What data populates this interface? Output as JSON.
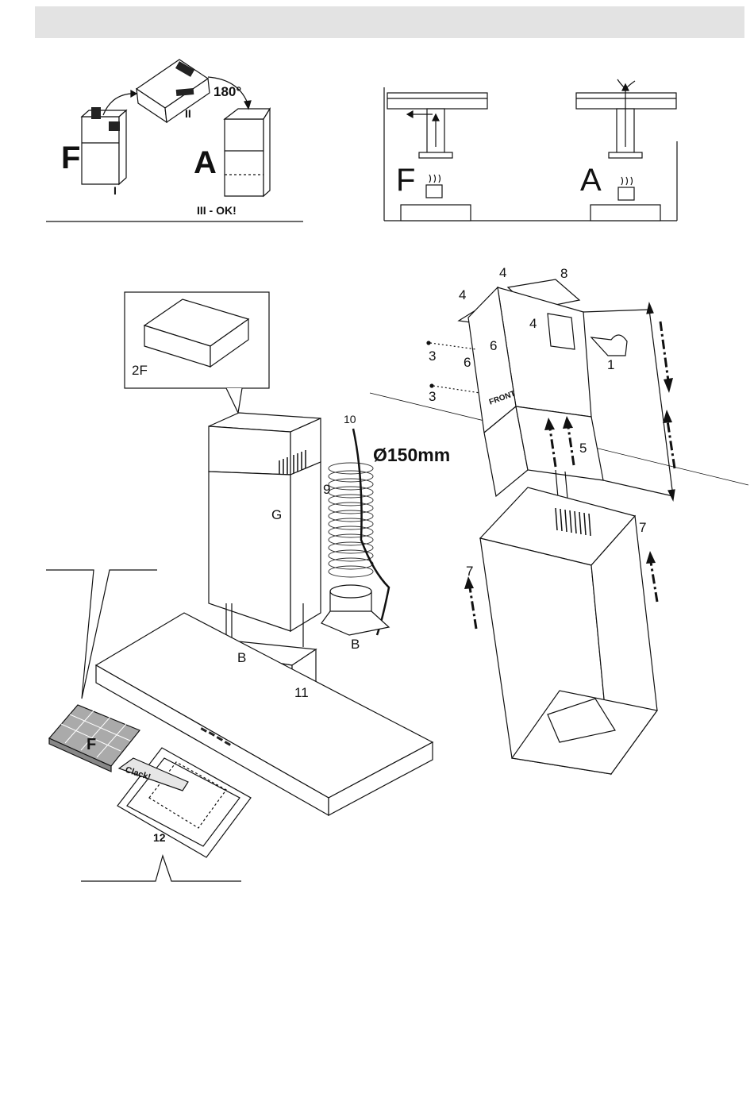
{
  "labels": {
    "F_top": "F",
    "A_top": "A",
    "I": "I",
    "II": "II",
    "III_ok": "III - OK!",
    "deg180": "180°",
    "F_right": "F",
    "A_right": "A",
    "2F": "2F",
    "G": "G",
    "B_left": "B",
    "B_right": "B",
    "9": "9",
    "10": "10",
    "11": "11",
    "12": "12",
    "diameter": "Ø150mm",
    "F_filter": "F",
    "clack": "Clack!",
    "r4a": "4",
    "r4b": "4",
    "r4c": "4",
    "r8": "8",
    "r3a": "3",
    "r3b": "3",
    "r6a": "6",
    "r6b": "6",
    "r1": "1",
    "r5": "5",
    "r7a": "7",
    "r7b": "7",
    "front": "FRONT"
  }
}
